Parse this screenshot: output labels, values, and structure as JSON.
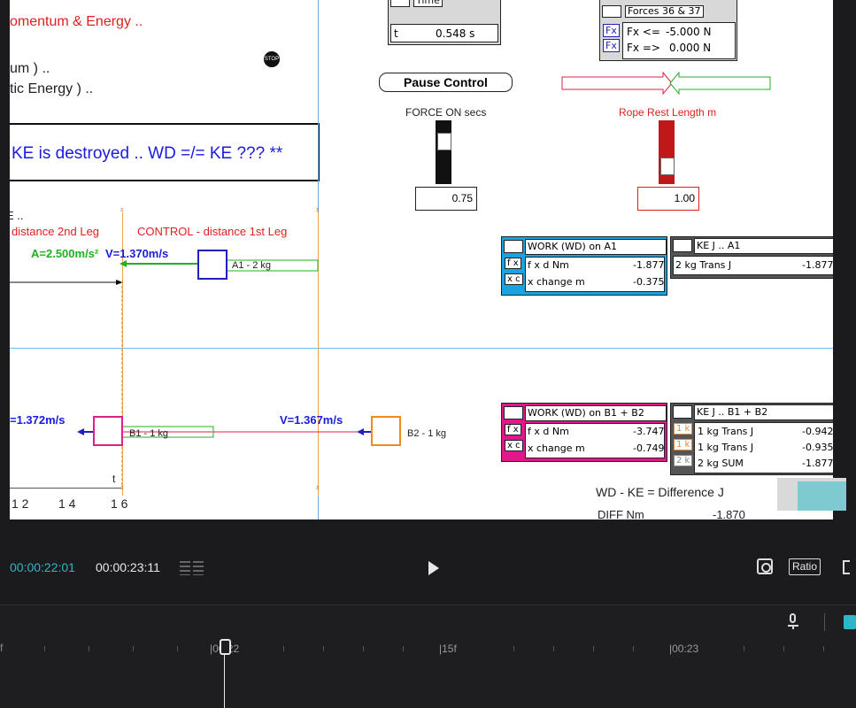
{
  "canvas": {
    "title_partial": "omentum & Energy ..",
    "line_um": "um ) ..",
    "line_energy": "tic Energy ) ..",
    "banner": "KE is destroyed .. WD =/= KE ??? **",
    "small_e": "E ..",
    "label_2nd": "distance 2nd Leg",
    "label_1st": "CONTROL - distance 1st Leg",
    "accel": "A=2.500m/s²",
    "v_a1": "V=1.370m/s",
    "a1_label": "A1 - 2 kg",
    "v_b1": "=1.372m/s",
    "b1_label": "B1 - 1 kg",
    "v_b2": "V=1.367m/s",
    "b2_label": "B2 - 1 kg",
    "axis_labels": [
      "1 2",
      "1 4",
      "1 6"
    ],
    "axis_t": "t",
    "stop_sign": "STOP"
  },
  "time_panel": {
    "title": "Time",
    "label": "t",
    "value": "0.548 s"
  },
  "forces_panel": {
    "title": "Forces 36 & 37",
    "rows": [
      {
        "tag": "Fx",
        "label": "Fx <=",
        "value": "-5.000 N"
      },
      {
        "tag": "Fx",
        "label": "Fx =>",
        "value": "0.000 N"
      }
    ]
  },
  "pause_button": "Pause Control",
  "force_on": {
    "label": "FORCE ON secs",
    "value": "0.75",
    "level": 0.75
  },
  "rope": {
    "label": "Rope Rest Length m",
    "value": "1.00"
  },
  "work_a1": {
    "title": "WORK (WD) on A1",
    "color": "#19a3df",
    "rows": [
      {
        "tag": "f x",
        "label": "f x d Nm",
        "value": "-1.877"
      },
      {
        "tag": "x c",
        "label": "x change m",
        "value": "-0.375"
      }
    ]
  },
  "ke_a1": {
    "title": "KE J .. A1",
    "rows": [
      {
        "label": "2 kg Trans J",
        "value": "-1.877"
      }
    ]
  },
  "work_b": {
    "title": "WORK (WD) on B1 + B2",
    "color": "#e0188a",
    "rows": [
      {
        "tag": "f x",
        "label": "f x d Nm",
        "value": "-3.747"
      },
      {
        "tag": "x c",
        "label": "x change m",
        "value": "-0.749"
      }
    ]
  },
  "ke_b": {
    "title": "KE J .. B1 + B2",
    "rows": [
      {
        "tag": "1 k",
        "label": "1 kg Trans J",
        "value": "-0.942"
      },
      {
        "tag": "1 k",
        "label": "1 kg Trans J",
        "value": "-0.935"
      },
      {
        "tag": "2 k",
        "label": "2 kg SUM",
        "value": "-1.877"
      }
    ]
  },
  "difference": {
    "label": "WD - KE = Difference J",
    "diff_label": "DIFF Nm",
    "diff_value": "-1.870"
  },
  "player": {
    "current_time": "00:00:22:01",
    "total_time": "00:00:23:11",
    "ratio_label": "Ratio",
    "accent": "#2fb5c9"
  },
  "timeline": {
    "markers": [
      "00:22",
      "15f",
      "00:23"
    ],
    "left_marker": "f"
  }
}
